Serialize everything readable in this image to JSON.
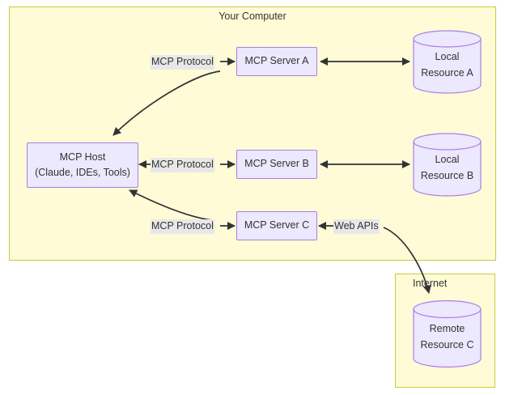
{
  "diagram": {
    "type": "flowchart",
    "clusters": [
      {
        "id": "your-computer",
        "title": "Your Computer"
      },
      {
        "id": "internet",
        "title": "Internet"
      }
    ],
    "nodes": [
      {
        "id": "mcp-host",
        "label_line1": "MCP Host",
        "label_line2": "(Claude, IDEs, Tools)",
        "shape": "rect"
      },
      {
        "id": "mcp-server-a",
        "label_line1": "MCP Server A",
        "shape": "rect"
      },
      {
        "id": "mcp-server-b",
        "label_line1": "MCP Server B",
        "shape": "rect"
      },
      {
        "id": "mcp-server-c",
        "label_line1": "MCP Server C",
        "shape": "rect"
      },
      {
        "id": "local-resource-a",
        "label_line1": "Local",
        "label_line2": "Resource A",
        "shape": "cylinder"
      },
      {
        "id": "local-resource-b",
        "label_line1": "Local",
        "label_line2": "Resource B",
        "shape": "cylinder"
      },
      {
        "id": "remote-resource-c",
        "label_line1": "Remote",
        "label_line2": "Resource C",
        "shape": "cylinder"
      }
    ],
    "edges": [
      {
        "id": "host-to-server-a",
        "label": "MCP Protocol",
        "from": "mcp-host",
        "to": "mcp-server-a",
        "arrow": "single"
      },
      {
        "id": "host-to-server-b",
        "label": "MCP Protocol",
        "from": "mcp-host",
        "to": "mcp-server-b",
        "arrow": "double"
      },
      {
        "id": "host-to-server-c",
        "label": "MCP Protocol",
        "from": "mcp-host",
        "to": "mcp-server-c",
        "arrow": "single"
      },
      {
        "id": "server-a-to-local-a",
        "label": "",
        "from": "mcp-server-a",
        "to": "local-resource-a",
        "arrow": "double"
      },
      {
        "id": "server-b-to-local-b",
        "label": "",
        "from": "mcp-server-b",
        "to": "local-resource-b",
        "arrow": "double"
      },
      {
        "id": "server-c-to-remote-c",
        "label": "Web APIs",
        "from": "remote-resource-c",
        "to": "mcp-server-c",
        "arrow": "single"
      }
    ],
    "colors": {
      "cluster_fill": "#fffbd7",
      "cluster_stroke": "#cbcb3f",
      "node_fill": "#ece8fd",
      "node_stroke": "#a87ee8",
      "edge_stroke": "#333333",
      "label_bg": "#e8e8e8",
      "text": "#333333"
    }
  }
}
